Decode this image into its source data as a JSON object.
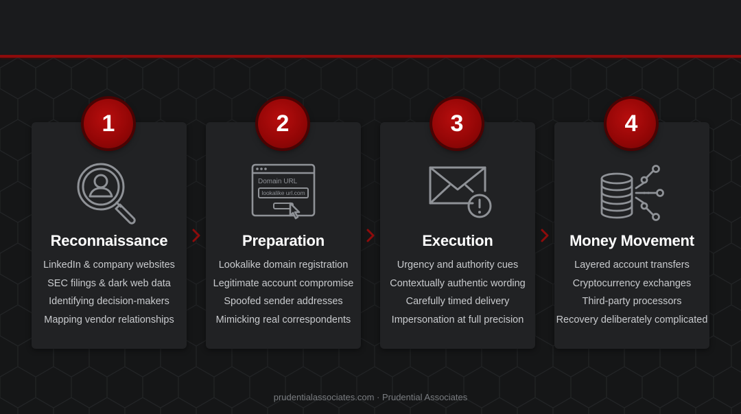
{
  "steps": [
    {
      "number": "1",
      "title": "Reconnaissance",
      "icon": "magnifier-person-icon",
      "items": [
        "LinkedIn & company websites",
        "SEC filings & dark web data",
        "Identifying decision-makers",
        "Mapping vendor relationships"
      ]
    },
    {
      "number": "2",
      "title": "Preparation",
      "icon": "browser-window-icon",
      "icon_text": {
        "heading": "Domain URL",
        "field": "lookalike url.com"
      },
      "items": [
        "Lookalike domain registration",
        "Legitimate account compromise",
        "Spoofed sender addresses",
        "Mimicking real correspondents"
      ]
    },
    {
      "number": "3",
      "title": "Execution",
      "icon": "envelope-alert-icon",
      "items": [
        "Urgency and authority cues",
        "Contextually authentic wording",
        "Carefully timed delivery",
        "Impersonation at full precision"
      ]
    },
    {
      "number": "4",
      "title": "Money Movement",
      "icon": "coin-stack-network-icon",
      "items": [
        "Layered account transfers",
        "Cryptocurrency exchanges",
        "Third-party processors",
        "Recovery deliberately complicated"
      ]
    }
  ],
  "footer": "prudentialassociates.com · Prudential Associates",
  "colors": {
    "accent": "#8e0b0b",
    "badge": "#a30909",
    "card": "#212224",
    "background": "#151617",
    "icon_stroke": "#8f9297"
  }
}
